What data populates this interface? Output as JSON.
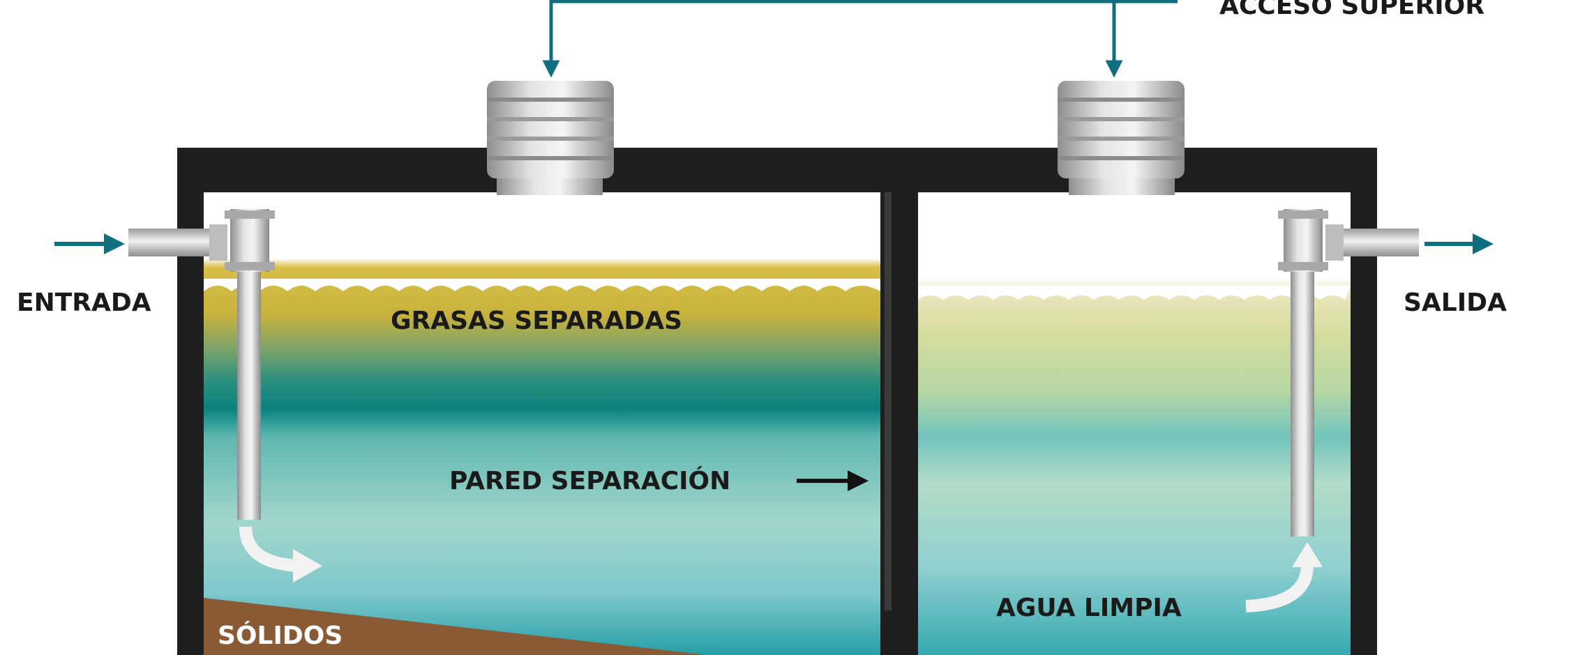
{
  "labels": {
    "top_access": "ACCESO SUPERIOR",
    "inlet": "ENTRADA",
    "outlet": "SALIDA",
    "grease": "GRASAS SEPARADAS",
    "wall": "PARED SEPARACIÓN",
    "clean_water": "AGUA LIMPIA",
    "solids": "SÓLIDOS"
  },
  "colors": {
    "tank_wall": "#1f1f1f",
    "grease_layer": "#c9b23d",
    "water_dark": "#0e8a87",
    "water_light": "#a7d9d2",
    "sediment": "#8a5a34",
    "arrow_teal": "#0f6f7f",
    "metal": "#b9b9b9"
  }
}
